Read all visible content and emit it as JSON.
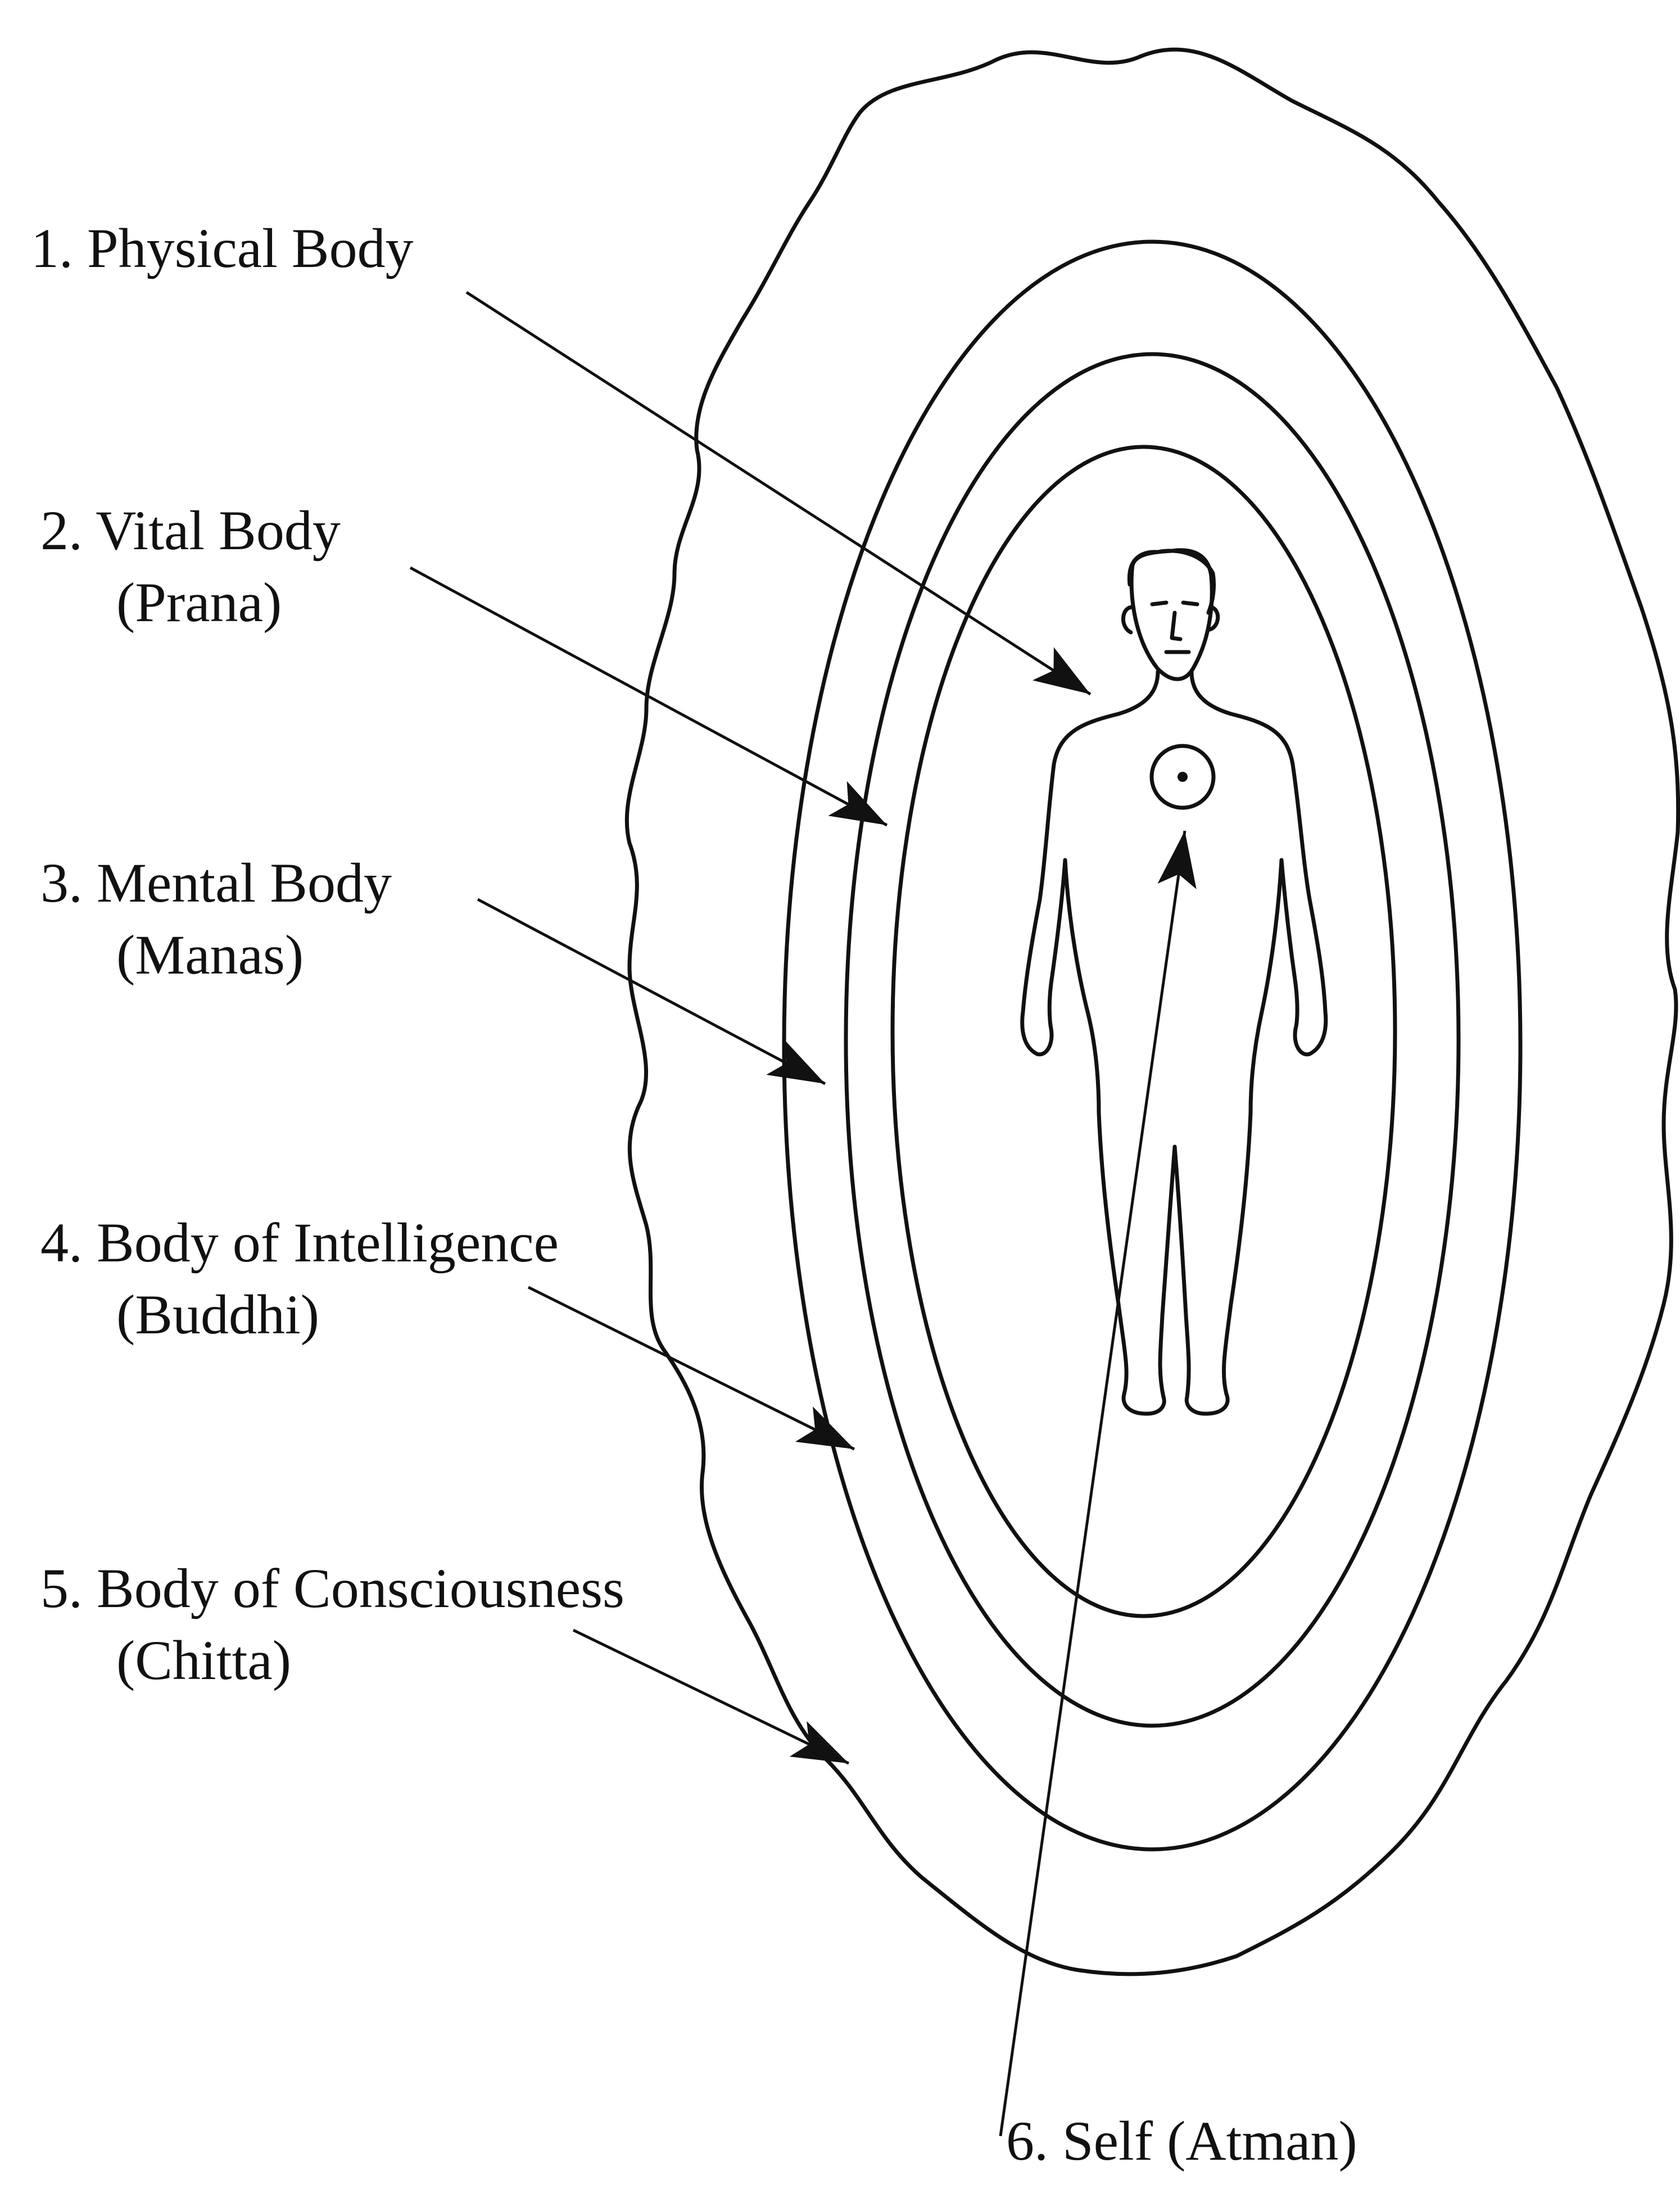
{
  "labels": {
    "physical": {
      "title": "1. Physical Body"
    },
    "vital": {
      "title": "2. Vital Body",
      "sub": "(Prana)"
    },
    "mental": {
      "title": "3. Mental Body",
      "sub": "(Manas)"
    },
    "intelligence": {
      "title": "4. Body of Intelligence",
      "sub": "(Buddhi)"
    },
    "consciousness": {
      "title": "5. Body of Consciousness",
      "sub": "(Chitta)"
    },
    "self": {
      "title": "6. Self (Atman)"
    }
  },
  "colors": {
    "ink": "#111111",
    "background": "#ffffff"
  },
  "icons": {
    "figure": "human-figure-icon",
    "heart": "self-point-icon"
  }
}
